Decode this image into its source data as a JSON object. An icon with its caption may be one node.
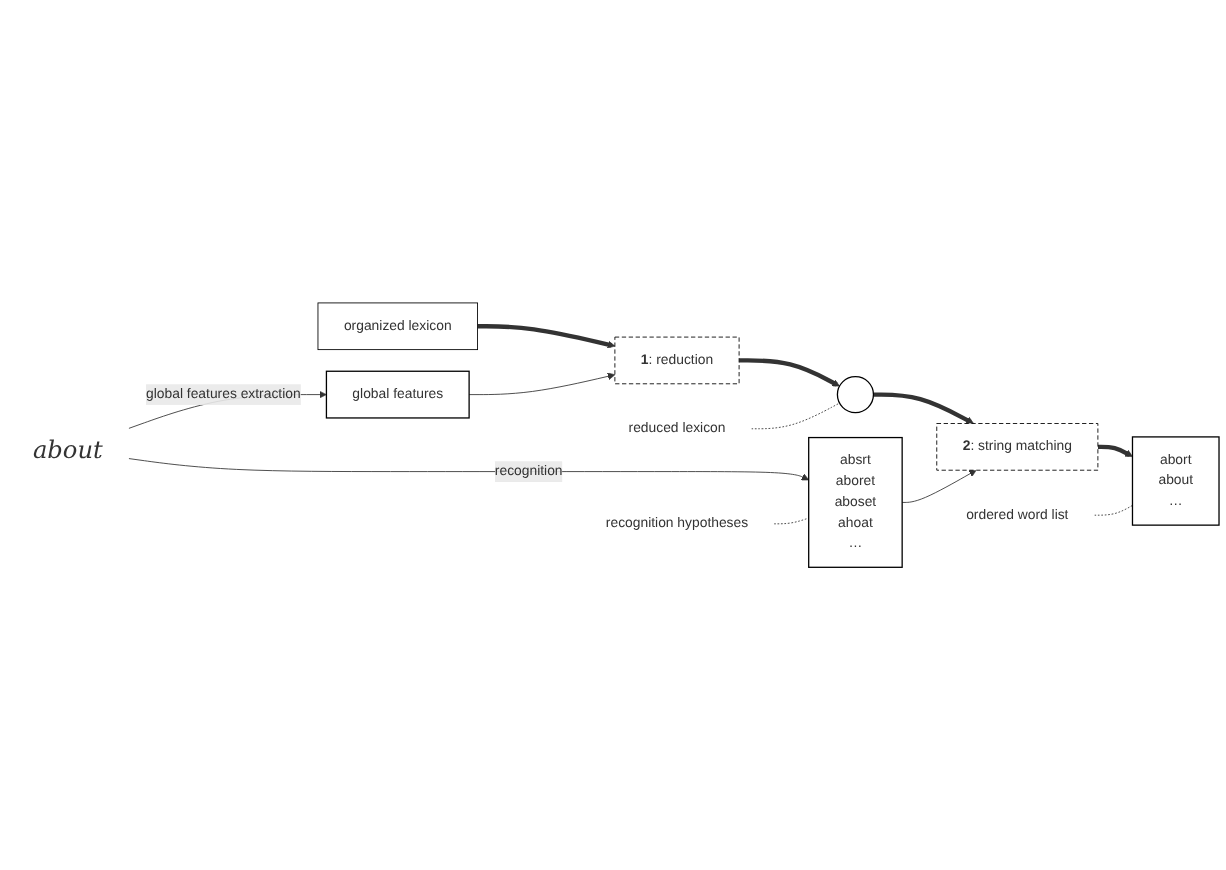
{
  "diagram": {
    "nodes": [
      {
        "text": [
          "organized lexicon"
        ]
      },
      {
        "text": [
          "about"
        ]
      },
      {
        "text": [
          "global features"
        ]
      },
      {
        "text": [
          "**1**: reduction"
        ]
      },
      {
        "text": [
          "reduced lexicon"
        ]
      },
      {
        "text": [],
        "shape": "circle"
      },
      {
        "text": [
          "absrt",
          "aboret",
          "aboset",
          "ahoat",
          "…"
        ]
      },
      {
        "text": [
          "**2**: string matching"
        ]
      },
      {
        "text": [
          "recognition hypotheses"
        ]
      },
      {
        "text": [
          "abort",
          "about",
          "…"
        ]
      },
      {
        "text": [
          "ordered word list"
        ]
      }
    ],
    "edges": [
      {
        "from": 1,
        "to": 2,
        "arrow": "to",
        "label": "global features extraction"
      },
      {
        "from": 1,
        "to": 6,
        "arrow": "to",
        "label": "recognition"
      },
      {
        "from": 0,
        "to": 3,
        "arrow": "to",
        "style": "thick"
      },
      {
        "from": 2,
        "to": 3,
        "arrow": "to"
      },
      {
        "from": 3,
        "to": 5,
        "arrow": "to",
        "style": "thick"
      },
      {
        "from": 4,
        "to": 5,
        "arrow": "none",
        "style": "dashed"
      },
      {
        "from": 5,
        "to": 7,
        "arrow": "to",
        "style": "thick"
      },
      {
        "from": 6,
        "to": 7,
        "arrow": "to"
      },
      {
        "from": 8,
        "to": 6,
        "arrow": "none",
        "style": "dashed"
      },
      {
        "from": 7,
        "to": 9,
        "arrow": "to",
        "style": "thick"
      },
      {
        "from": 10,
        "to": 9,
        "arrow": "none",
        "style": "dashed"
      }
    ]
  }
}
